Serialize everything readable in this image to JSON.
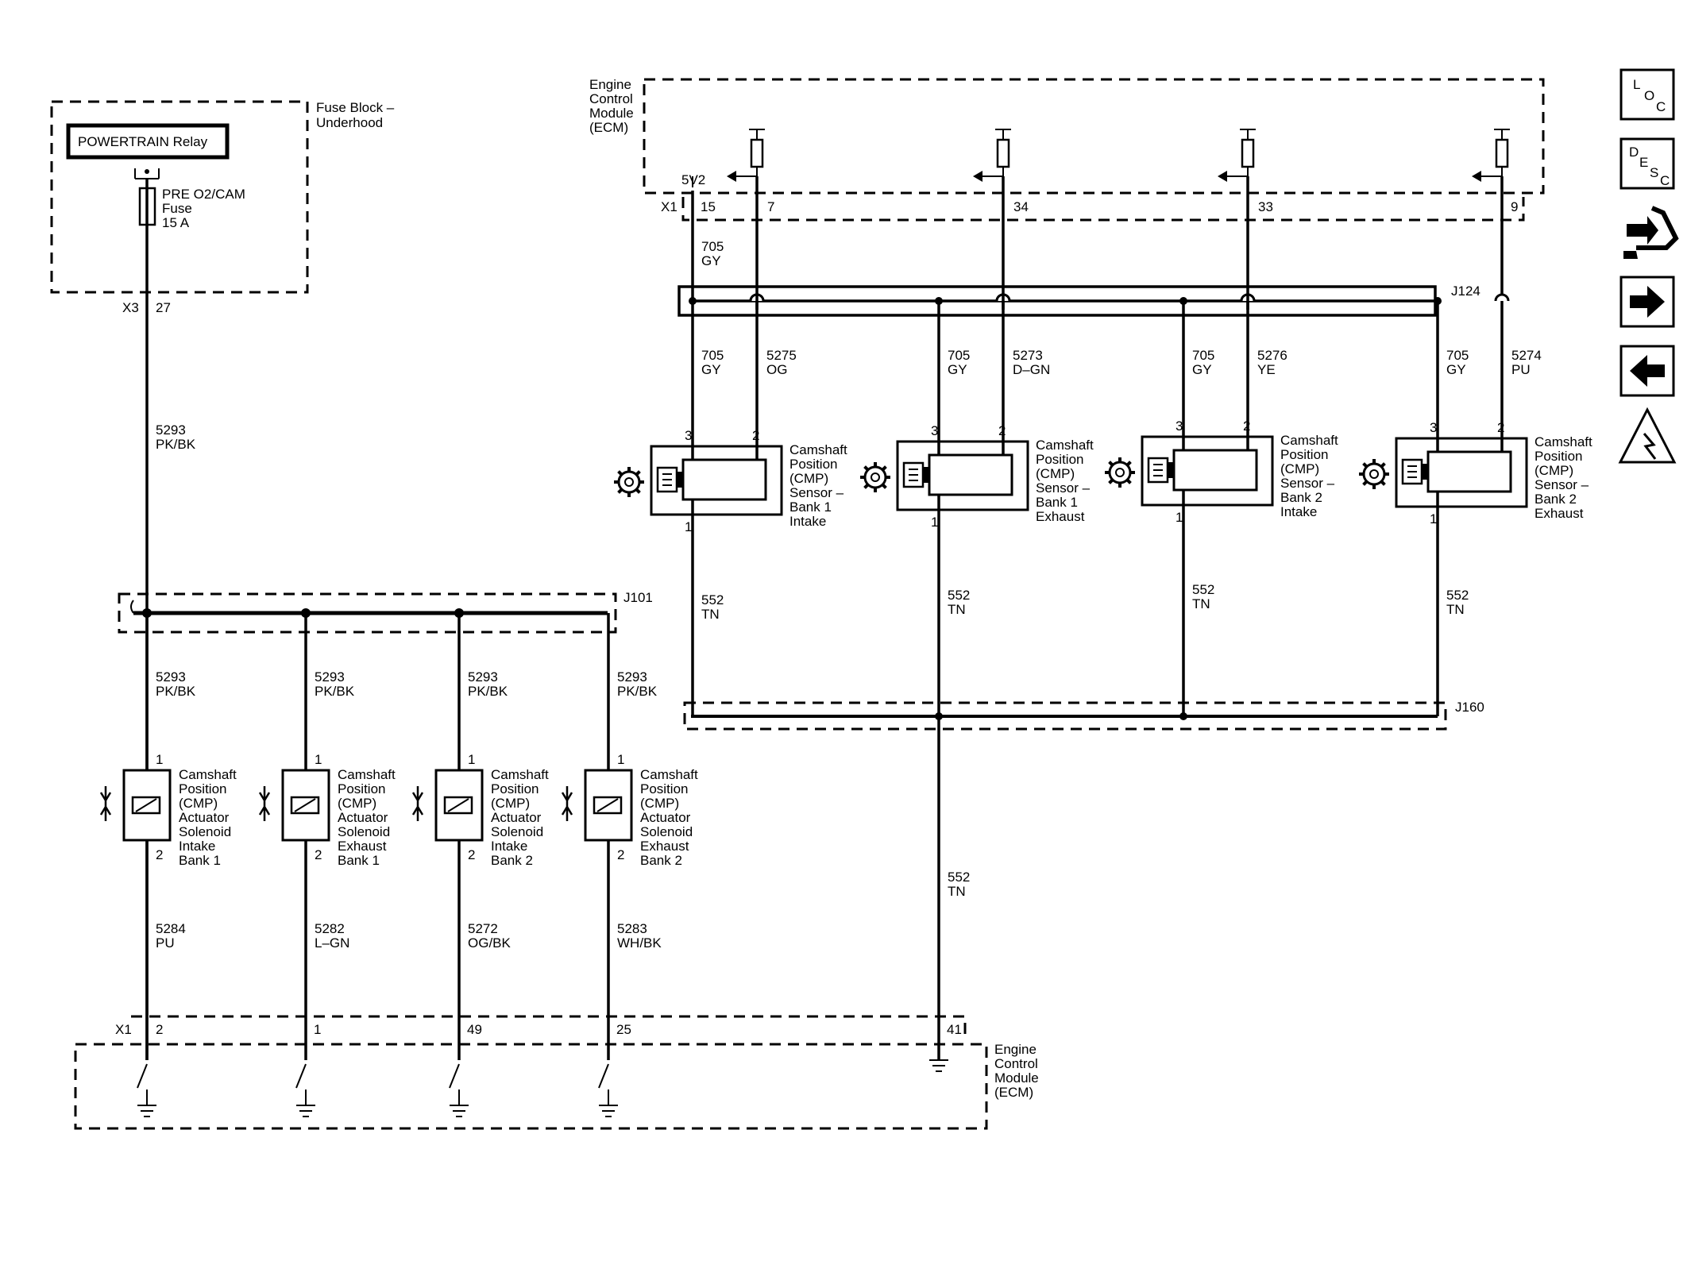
{
  "fuse_block": {
    "name": "Fuse Block –",
    "name2": "Underhood",
    "relay": "POWERTRAIN Relay",
    "fuse_line1": "PRE O2/CAM",
    "fuse_line2": "Fuse",
    "fuse_line3": "15 A",
    "connector": "X3",
    "pin": "27"
  },
  "ecm_top": {
    "line1": "Engine",
    "line2": "Control",
    "line3": "Module",
    "line4": "(ECM)",
    "supply": "5V2",
    "connector": "X1",
    "pins": [
      "15",
      "7",
      "34",
      "33",
      "9"
    ]
  },
  "ecm_bottom": {
    "line1": "Engine",
    "line2": "Control",
    "line3": "Module",
    "line4": "(ECM)",
    "connector": "X1",
    "pins": [
      "2",
      "1",
      "49",
      "25",
      "41"
    ]
  },
  "splices": {
    "j124": "J124",
    "j101": "J101",
    "j160": "J160"
  },
  "wires": {
    "feed_circuit": "5293",
    "feed_color": "PK/BK",
    "ref_circuit": "705",
    "ref_color": "GY",
    "low_circuit": "552",
    "low_color": "TN"
  },
  "sensors": [
    {
      "signal_circuit": "5275",
      "signal_color": "OG",
      "pin3": "3",
      "pin2": "2",
      "pin1": "1",
      "l1": "Camshaft",
      "l2": "Position",
      "l3": "(CMP)",
      "l4": "Sensor –",
      "l5": "Bank 1",
      "l6": "Intake"
    },
    {
      "signal_circuit": "5273",
      "signal_color": "D–GN",
      "pin3": "3",
      "pin2": "2",
      "pin1": "1",
      "l1": "Camshaft",
      "l2": "Position",
      "l3": "(CMP)",
      "l4": "Sensor –",
      "l5": "Bank 1",
      "l6": "Exhaust"
    },
    {
      "signal_circuit": "5276",
      "signal_color": "YE",
      "pin3": "3",
      "pin2": "2",
      "pin1": "1",
      "l1": "Camshaft",
      "l2": "Position",
      "l3": "(CMP)",
      "l4": "Sensor –",
      "l5": "Bank 2",
      "l6": "Intake"
    },
    {
      "signal_circuit": "5274",
      "signal_color": "PU",
      "pin3": "3",
      "pin2": "2",
      "pin1": "1",
      "l1": "Camshaft",
      "l2": "Position",
      "l3": "(CMP)",
      "l4": "Sensor –",
      "l5": "Bank 2",
      "l6": "Exhaust"
    }
  ],
  "solenoids": [
    {
      "out_circuit": "5284",
      "out_color": "PU",
      "pin1": "1",
      "pin2": "2",
      "l1": "Camshaft",
      "l2": "Position",
      "l3": "(CMP)",
      "l4": "Actuator",
      "l5": "Solenoid",
      "l6": "Intake",
      "l7": "Bank 1"
    },
    {
      "out_circuit": "5282",
      "out_color": "L–GN",
      "pin1": "1",
      "pin2": "2",
      "l1": "Camshaft",
      "l2": "Position",
      "l3": "(CMP)",
      "l4": "Actuator",
      "l5": "Solenoid",
      "l6": "Exhaust",
      "l7": "Bank 1"
    },
    {
      "out_circuit": "5272",
      "out_color": "OG/BK",
      "pin1": "1",
      "pin2": "2",
      "l1": "Camshaft",
      "l2": "Position",
      "l3": "(CMP)",
      "l4": "Actuator",
      "l5": "Solenoid",
      "l6": "Intake",
      "l7": "Bank 2"
    },
    {
      "out_circuit": "5283",
      "out_color": "WH/BK",
      "pin1": "1",
      "pin2": "2",
      "l1": "Camshaft",
      "l2": "Position",
      "l3": "(CMP)",
      "l4": "Actuator",
      "l5": "Solenoid",
      "l6": "Exhaust",
      "l7": "Bank 2"
    }
  ],
  "nav": {
    "loc": {
      "a": "L",
      "b": "O",
      "c": "C"
    },
    "desc": {
      "a": "D",
      "b": "E",
      "c": "S",
      "d": "C"
    },
    "icons": [
      "connector-icon",
      "next-arrow-icon",
      "back-arrow-icon",
      "electrical-hazard-icon"
    ]
  }
}
